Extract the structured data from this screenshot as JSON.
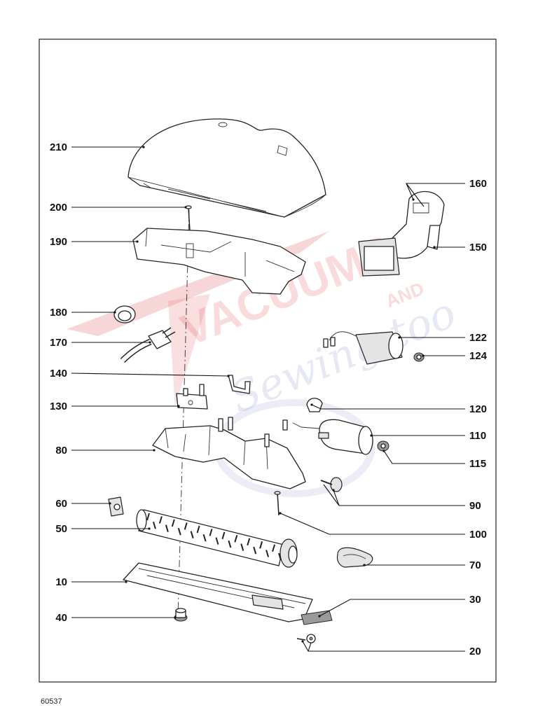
{
  "diagram_number": "60537",
  "watermark": {
    "brand": "VACUUMS",
    "and_word": "AND",
    "script_word": "Sewing too",
    "red": "#d9262c",
    "blue": "#4a56a6"
  },
  "callouts": [
    {
      "id": "210"
    },
    {
      "id": "200"
    },
    {
      "id": "190"
    },
    {
      "id": "180"
    },
    {
      "id": "170"
    },
    {
      "id": "140"
    },
    {
      "id": "130"
    },
    {
      "id": "80"
    },
    {
      "id": "60"
    },
    {
      "id": "50"
    },
    {
      "id": "10"
    },
    {
      "id": "40"
    },
    {
      "id": "160"
    },
    {
      "id": "150"
    },
    {
      "id": "122"
    },
    {
      "id": "124"
    },
    {
      "id": "120"
    },
    {
      "id": "110"
    },
    {
      "id": "115"
    },
    {
      "id": "90"
    },
    {
      "id": "100"
    },
    {
      "id": "70"
    },
    {
      "id": "30"
    },
    {
      "id": "20"
    }
  ]
}
